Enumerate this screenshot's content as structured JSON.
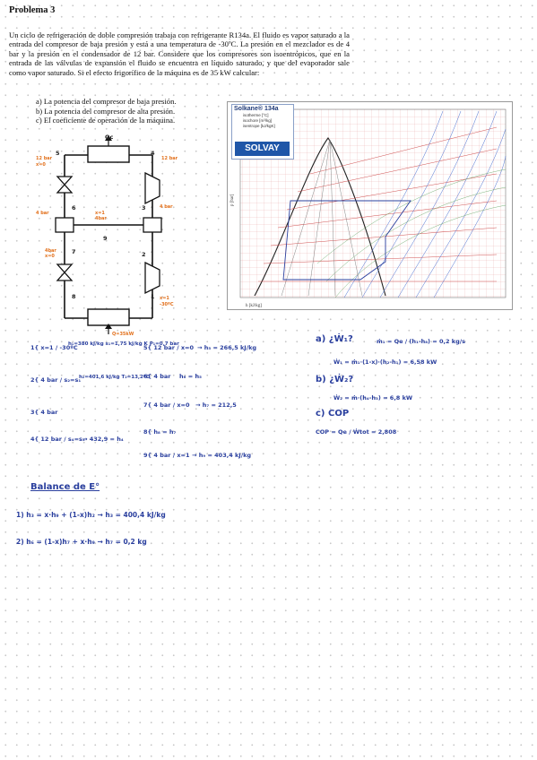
{
  "problem": {
    "title": "Problema 3",
    "statement": "Un ciclo de refrigeración de doble compresión trabaja con refrigerante R134a. El fluido es vapor saturado a la entrada del compresor de baja presión y está a una temperatura de -30ºC. La presión en el mezclador es de 4 bar y la presión en el condensador de 12 bar. Considere que los compresores son isoentrópicos, que en la entrada de las válvulas de expansión el fluido se encuentra en líquido saturado, y que del evaporador sale como vapor saturado.  Si el efecto frigorífico de la máquina es de 35 kW calcular:",
    "questions": [
      "a)  La potencia del compresor de baja presión.",
      "b)  La potencia del compresor de alta presión.",
      "c)  El coeficiente de operación de la máquina."
    ]
  },
  "chart": {
    "title": "Solkane® 134a",
    "legend": [
      "isotherme [°C]",
      "isochore [m³/kg]",
      "isentrope [kJ/kgK]"
    ],
    "brand": "SOLVAY",
    "ylabel": "p [bar]",
    "xlabel": "h [kJ/kg]"
  },
  "diagram": {
    "qc": "Qc",
    "top_left_p": "12 bar",
    "top_left_x": "x=0",
    "top_right_p": "12 bar",
    "mid_left_p": "4 bar",
    "mid_right_p": "4 bar",
    "mixer_x": "x=1",
    "mixer_p": "4bar",
    "low_left_p": "4bar",
    "low_left_x": "x=0",
    "low_right_t": "-30ºC",
    "low_right_x": "x=1",
    "qe": "Q=35kW",
    "n1": "1",
    "n2": "2",
    "n3": "3",
    "n4": "4",
    "n5": "5",
    "n6": "6",
    "n7": "7",
    "n8": "8",
    "n9": "9"
  },
  "states": {
    "s1_head": "1{ x=1 / -30ºC",
    "s1_vals": "h₁=380 kJ/kg   s₁=1,75 kJ/kg K   P₁=0,7 bar",
    "s2_head": "2{ 4 bar / s₂=s₁",
    "s2_vals": "h₂=401,6 kJ/kg   T₂=13,2ºC",
    "s3_head": "3{ 4 bar",
    "s4_head": "4{ 12 bar / s₄=s₃",
    "s4_vals": "→ 432,9 = h₄",
    "s5_head": "5{ 12 bar / x=0",
    "s5_vals": "→ h₅ = 266,5 kJ/kg",
    "s6_head": "6{ 4 bar",
    "s6_vals": "h₆ = h₅",
    "s7_head": "7{ 4 bar / x=0",
    "s7_vals": "→ h₇ = 212,5",
    "s8_head": "8{ h₈ = h₇",
    "s9_head": "9{ 4 bar / x=1",
    "s9_vals": "→ h₉ = 403,4 kJ/kg"
  },
  "answers": {
    "a_head": "a) ¿Ẇ₁?",
    "a_line1": "ṁ₁ = Qe / (h₁-h₈) = 0,2 kg/s",
    "a_line2": "Ẇ₁ = ṁ₁·(1-x)·(h₂-h₁) = 6,58 kW",
    "b_head": "b) ¿Ẇ₂?",
    "b_line1": "Ẇ₂ = ṁ·(h₄-h₃) = 6,8 kW",
    "c_head": "c) COP",
    "c_line1": "COP = Qe / Ẇtot = 2,808"
  },
  "balance": {
    "title": "Balance de E°",
    "eq1": "1) h₃ = x·h₉ + (1-x)h₂ → h₃ = 400,4 kJ/kg",
    "eq2": "2) h₆ = (1-x)h₇ + x·h₉ → h₇ = 0,2 kg"
  }
}
